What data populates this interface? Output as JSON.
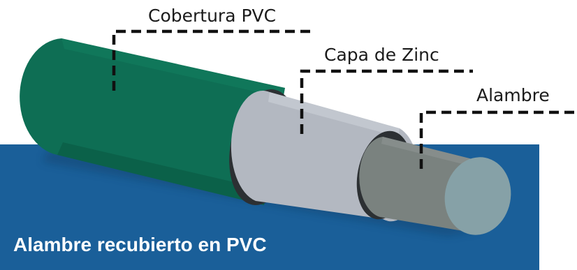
{
  "diagram": {
    "caption": "Alambre recubierto en PVC",
    "layers": [
      {
        "label": "Cobertura PVC",
        "color": "#0e6e54",
        "icon": "pvc-coating-layer"
      },
      {
        "label": "Capa de Zinc",
        "color": "#b3b8c1",
        "icon": "zinc-layer"
      },
      {
        "label": "Alambre",
        "color": "#7a827f",
        "icon": "steel-wire-core"
      }
    ],
    "colors": {
      "base": "#1a5f99",
      "layer_rim": "#2c3033",
      "core_face": "#86a1a7",
      "leader_line": "#111111",
      "label_text": "#1b1b1b",
      "caption_text": "#ffffff"
    }
  }
}
